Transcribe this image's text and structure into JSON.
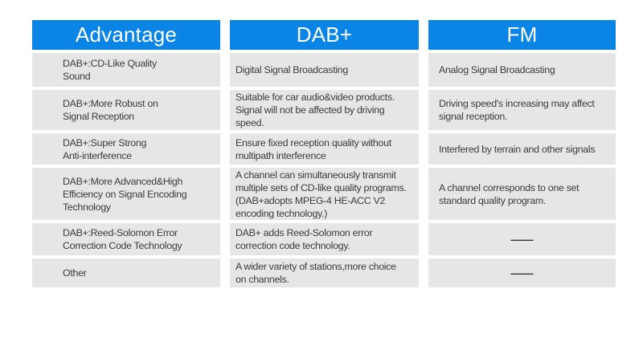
{
  "table": {
    "headers": [
      {
        "label": "Advantage"
      },
      {
        "label": "DAB+"
      },
      {
        "label": "FM"
      }
    ],
    "rows": [
      {
        "advantage": "DAB+:CD-Like Quality\nSound",
        "dab": "Digital Signal Broadcasting",
        "fm": "Analog Signal Broadcasting"
      },
      {
        "advantage": "DAB+:More Robust on\nSignal Reception",
        "dab": "Suitable for car audio&video products.\nSignal will not be affected by driving\nspeed.",
        "fm": "Driving speed's increasing may affect\nsignal reception."
      },
      {
        "advantage": "DAB+:Super Strong\nAnti-interference",
        "dab": "Ensure fixed reception quality without\nmultipath interference",
        "fm": "Interfered by terrain and other signals"
      },
      {
        "advantage": "DAB+:More Advanced&High\nEfficiency on Signal Encoding\nTechnology",
        "dab": "A channel can simultaneously transmit\nmultiple sets of CD-like quality programs.\n(DAB+adopts MPEG-4 HE-ACC V2\nencoding technology.)",
        "fm": "A channel corresponds to one set\nstandard quality program."
      },
      {
        "advantage": "DAB+:Reed-Solomon Error\nCorrection Code Technology",
        "dab": "DAB+ adds Reed-Solomon error\ncorrection code technology.",
        "fm": "——"
      },
      {
        "advantage": "Other",
        "dab": "A wider variety of stations,more choice\non channels.",
        "fm": "——"
      }
    ]
  },
  "colors": {
    "header_bg": "#0a85e6",
    "header_text": "#ffffff",
    "row_bg": "#e6e6e6",
    "body_text": "#3c3c3c",
    "dash_color": "#333333"
  }
}
